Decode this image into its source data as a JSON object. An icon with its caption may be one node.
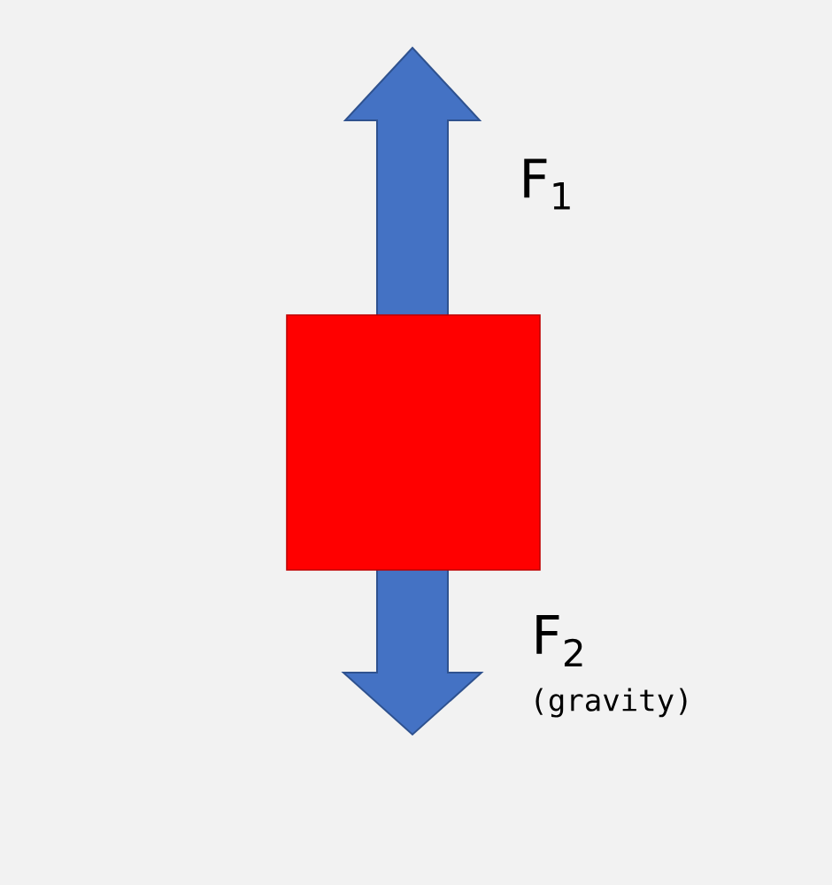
{
  "diagram": {
    "nodes": [
      {
        "text": [],
        "shape": "box"
      }
    ],
    "labels": [
      "F$_{1}$",
      "F$_{2}$",
      "(gravity)"
    ]
  }
}
